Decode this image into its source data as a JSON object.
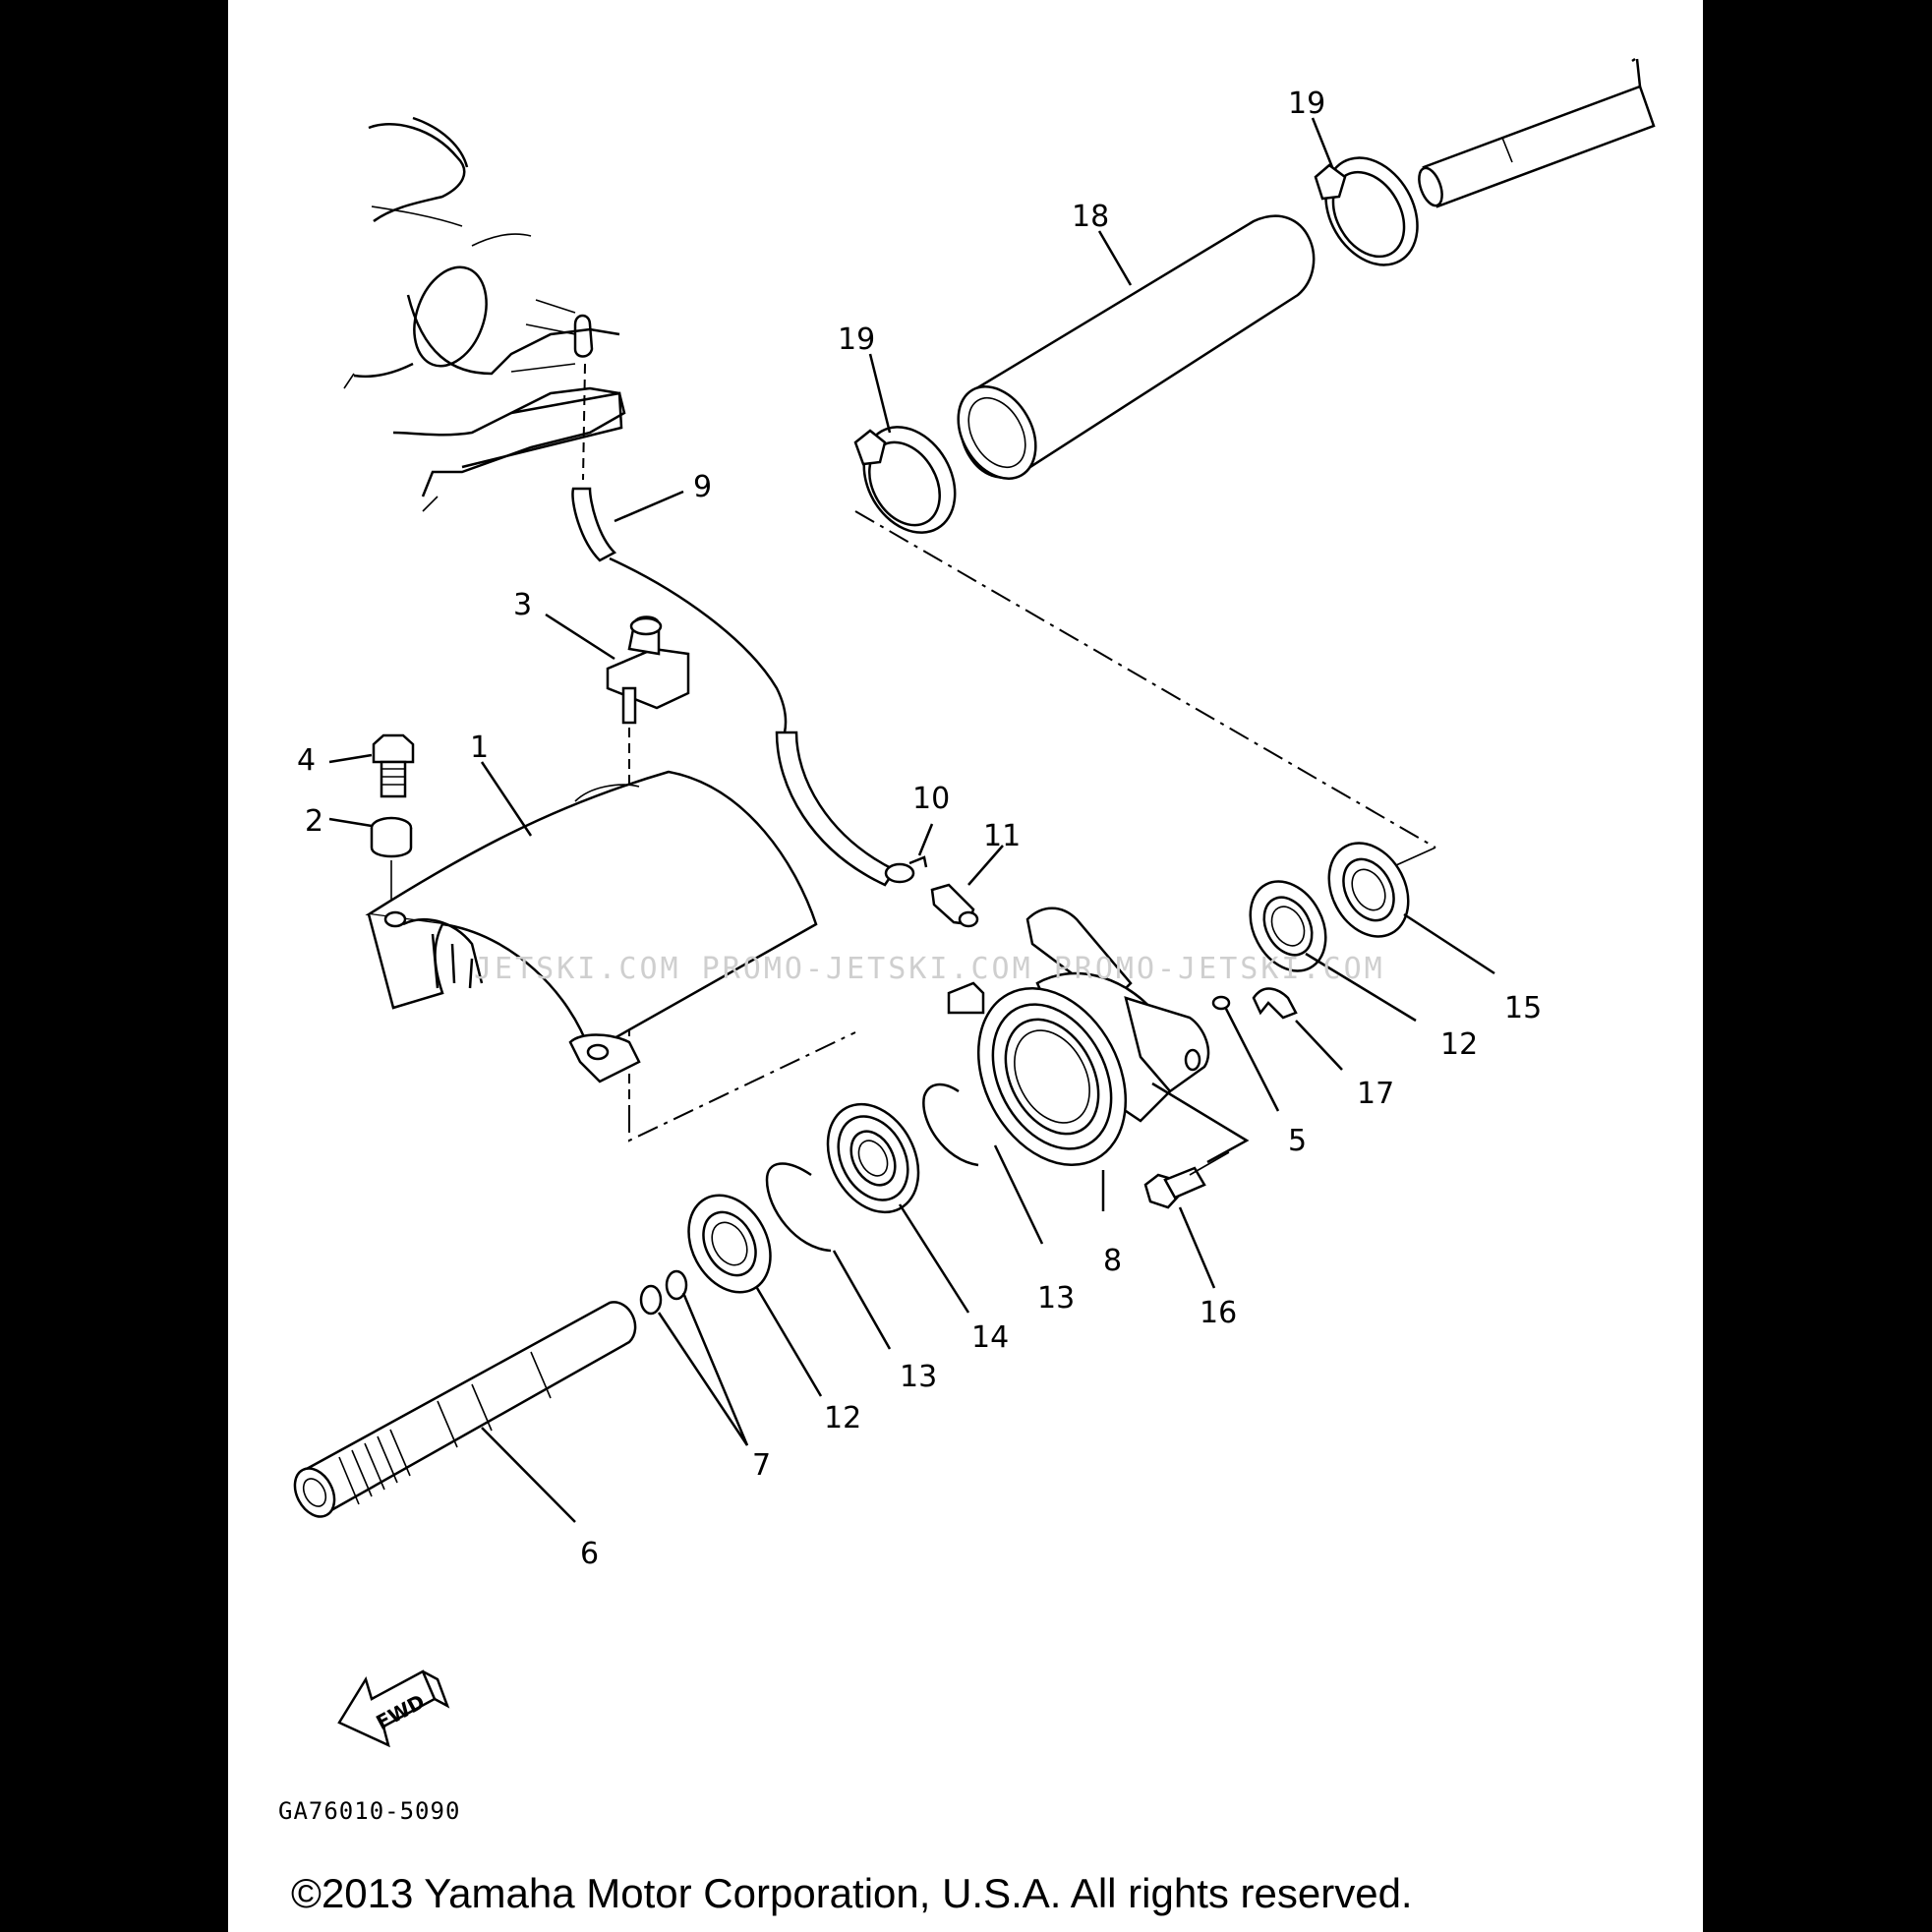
{
  "callouts": {
    "c1": "1",
    "c2": "2",
    "c3": "3",
    "c4": "4",
    "c5": "5",
    "c6": "6",
    "c7": "7",
    "c8": "8",
    "c9": "9",
    "c10": "10",
    "c11": "11",
    "c12a": "12",
    "c12b": "12",
    "c13a": "13",
    "c13b": "13",
    "c14": "14",
    "c15": "15",
    "c16": "16",
    "c17": "17",
    "c18": "18",
    "c19a": "19",
    "c19b": "19"
  },
  "watermark": "JETSKI.COM   PROMO-JETSKI.COM   PROMO-JETSKI.COM",
  "fwd_label": "FWD",
  "diagram_code": "GA76010-5090",
  "copyright": "©2013 Yamaha Motor Corporation, U.S.A. All rights reserved."
}
